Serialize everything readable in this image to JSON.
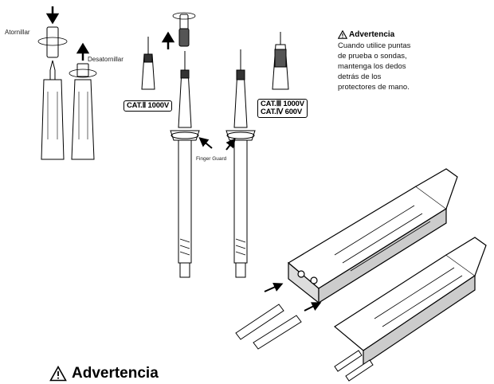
{
  "labels": {
    "screw": "Atornillar",
    "unscrew": "Desatornillar",
    "finger_guard": "Finger Guard"
  },
  "badges": {
    "cat2": "CAT.Ⅱ 1000V",
    "cat3": "CAT.Ⅲ 1000V",
    "cat4": "CAT.Ⅳ 600V"
  },
  "warning_side": {
    "title": "Advertencia",
    "lines": [
      "Cuando utilice puntas",
      "de prueba o sondas,",
      "mantenga los dedos",
      "detrás de los",
      "protectores de mano."
    ]
  },
  "warning_bottom": {
    "title": "Advertencia"
  },
  "icons": {
    "warning": "warning-triangle-icon",
    "arrow": "arrow-icon",
    "rotate": "rotate-icon"
  }
}
